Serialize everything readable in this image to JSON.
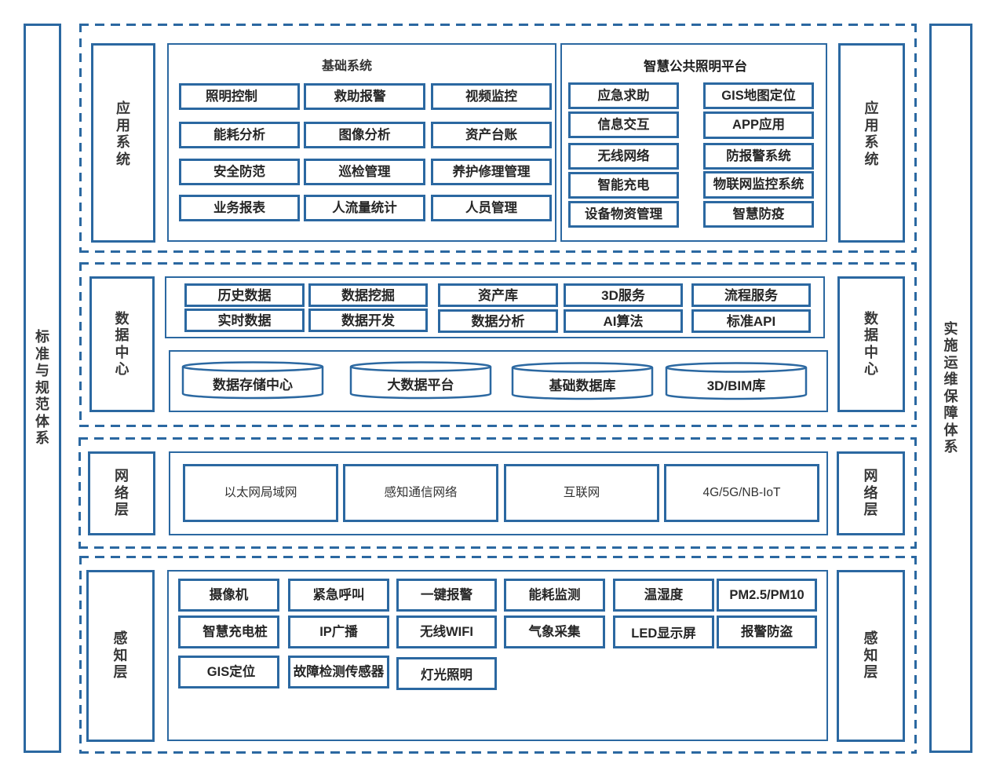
{
  "theme": {
    "border_color": "#2b68a1",
    "text_color": "#262626",
    "label_text_color": "#383838",
    "background": "#ffffff"
  },
  "pillars": {
    "left": "标准与规范体系",
    "right": "实施运维保障体系"
  },
  "layers": {
    "application": {
      "label": "应用系统",
      "basic_system": {
        "title": "基础系统",
        "rows": [
          [
            "照明控制",
            "救助报警",
            "视频监控"
          ],
          [
            "能耗分析",
            "图像分析",
            "资产台账"
          ],
          [
            "安全防范",
            "巡检管理",
            "养护修理管理"
          ],
          [
            "业务报表",
            "人流量统计",
            "人员管理"
          ]
        ]
      },
      "platform": {
        "title": "智慧公共照明平台",
        "left_column": [
          "应急求助",
          "信息交互",
          "无线网络",
          "智能充电",
          "设备物资管理"
        ],
        "right_column": [
          "GIS地图定位",
          "APP应用",
          "防报警系统",
          "物联网监控系统",
          "智慧防疫"
        ]
      }
    },
    "data_center": {
      "label": "数据中心",
      "services": {
        "top_row": [
          "历史数据",
          "数据挖掘",
          "资产库",
          "3D服务",
          "流程服务"
        ],
        "bottom_row": [
          "实时数据",
          "数据开发",
          "数据分析",
          "AI算法",
          "标准API"
        ]
      },
      "storage": [
        "数据存储中心",
        "大数据平台",
        "基础数据库",
        "3D/BIM库"
      ]
    },
    "network": {
      "label": "网络层",
      "items": [
        "以太网局域网",
        "感知通信网络",
        "互联网",
        "4G/5G/NB-IoT"
      ]
    },
    "perception": {
      "label": "感知层",
      "rows": [
        [
          "摄像机",
          "紧急呼叫",
          "一键报警",
          "能耗监测",
          "温湿度",
          "PM2.5/PM10"
        ],
        [
          "智慧充电桩",
          "IP广播",
          "无线WIFI",
          "气象采集",
          "LED显示屏",
          "报警防盗"
        ],
        [
          "GIS定位",
          "故障检测传感器",
          "灯光照明"
        ]
      ]
    }
  }
}
